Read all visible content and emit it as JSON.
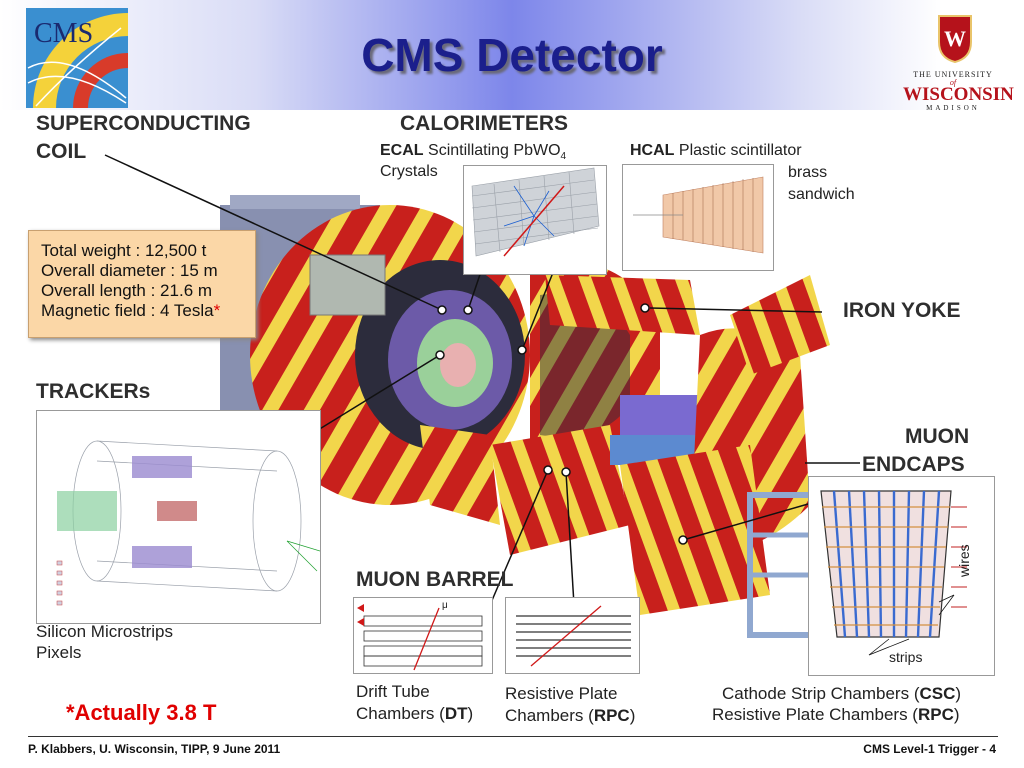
{
  "header": {
    "title": "CMS Detector",
    "cms_logo_text": "CMS",
    "uw_the_university_of": "THE UNIVERSITY",
    "uw_of": "of",
    "uw_wisconsin": "WISCONSIN",
    "uw_madison": "MADISON",
    "uw_crest_letter": "W"
  },
  "labels": {
    "superconducting": "SUPERCONDUCTING",
    "coil": "COIL",
    "calorimeters": "CALORIMETERS",
    "ecal": "ECAL",
    "ecal_desc_1": "Scintillating PbWO",
    "ecal_desc_sub": "4",
    "ecal_desc_2": "Crystals",
    "hcal": "HCAL",
    "hcal_desc_1": "Plastic scintillator",
    "hcal_desc_2": "brass",
    "hcal_desc_3": "sandwich",
    "iron_yoke": "IRON YOKE",
    "trackers": "TRACKERs",
    "muon": "MUON",
    "endcaps": "ENDCAPS",
    "muon_barrel": "MUON BARREL",
    "silicon": "Silicon Microstrips",
    "pixels": "Pixels",
    "drift_1": "Drift Tube",
    "drift_2_pre": "Chambers (",
    "drift_2_bold": "DT",
    "drift_2_post": ")",
    "rpc_1": "Resistive Plate",
    "rpc_2_pre": "Chambers (",
    "rpc_2_bold": "RPC",
    "rpc_2_post": ")",
    "csc_1_pre": "Cathode Strip Chambers (",
    "csc_1_bold": "CSC",
    "csc_1_post": ")",
    "csc_2_pre": "Resistive Plate Chambers (",
    "csc_2_bold": "RPC",
    "csc_2_post": ")",
    "wires": "wires",
    "strips": "strips",
    "mu": "μ"
  },
  "specs": {
    "weight": "Total weight : 12,500 t",
    "diameter": "Overall diameter : 15 m",
    "length": "Overall length : 21.6 m",
    "field": "Magnetic field : 4 Tesla",
    "asterisk": "*"
  },
  "note": "*Actually 3.8 T",
  "footer": {
    "left": "P. Klabbers, U. Wisconsin, TIPP, 9 June 2011",
    "right": "CMS Level-1 Trigger -  4"
  },
  "colors": {
    "title": "#1b1f8c",
    "yoke_red": "#c8201c",
    "yoke_yellow": "#f2d64b",
    "spec_box": "#fbd7a7",
    "note_red": "#e00000"
  }
}
